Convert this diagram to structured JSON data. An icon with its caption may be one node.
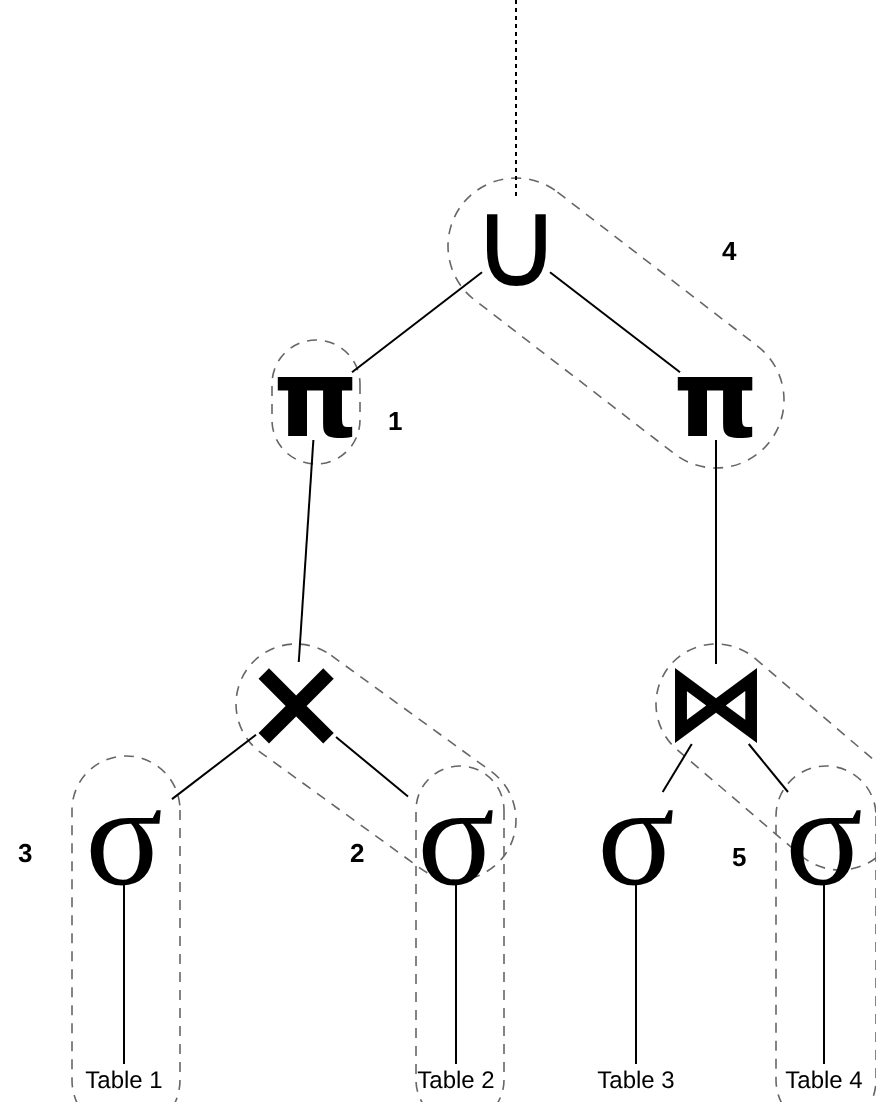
{
  "diagram": {
    "nodes": [
      {
        "text": [
          "∪"
        ]
      },
      {
        "text": [
          "π"
        ]
      },
      {
        "text": [
          "π"
        ]
      },
      {
        "text": [
          "×"
        ]
      },
      {
        "text": [
          "⋈"
        ]
      },
      {
        "text": [
          "σ"
        ]
      },
      {
        "text": [
          "σ"
        ]
      },
      {
        "text": [
          "σ"
        ]
      },
      {
        "text": [
          "σ"
        ]
      },
      {
        "text": [
          "Table 1"
        ]
      },
      {
        "text": [
          "Table 2"
        ]
      },
      {
        "text": [
          "Table 3"
        ]
      },
      {
        "text": [
          "Table 4"
        ]
      }
    ],
    "edges": [
      {
        "from": null,
        "to": 0,
        "arrow": "none",
        "style": "dashed"
      },
      {
        "from": 0,
        "to": 1,
        "arrow": "none"
      },
      {
        "from": 0,
        "to": 2,
        "arrow": "none"
      },
      {
        "from": 1,
        "to": 3,
        "arrow": "none"
      },
      {
        "from": 2,
        "to": 4,
        "arrow": "none"
      },
      {
        "from": 3,
        "to": 5,
        "arrow": "none"
      },
      {
        "from": 3,
        "to": 6,
        "arrow": "none"
      },
      {
        "from": 4,
        "to": 7,
        "arrow": "none"
      },
      {
        "from": 4,
        "to": 8,
        "arrow": "none"
      },
      {
        "from": 5,
        "to": 9,
        "arrow": "none"
      },
      {
        "from": 6,
        "to": 10,
        "arrow": "none"
      },
      {
        "from": 7,
        "to": 11,
        "arrow": "none"
      },
      {
        "from": 8,
        "to": 12,
        "arrow": "none"
      }
    ],
    "labels": [
      "4",
      "1",
      "3",
      "2",
      "5"
    ]
  }
}
